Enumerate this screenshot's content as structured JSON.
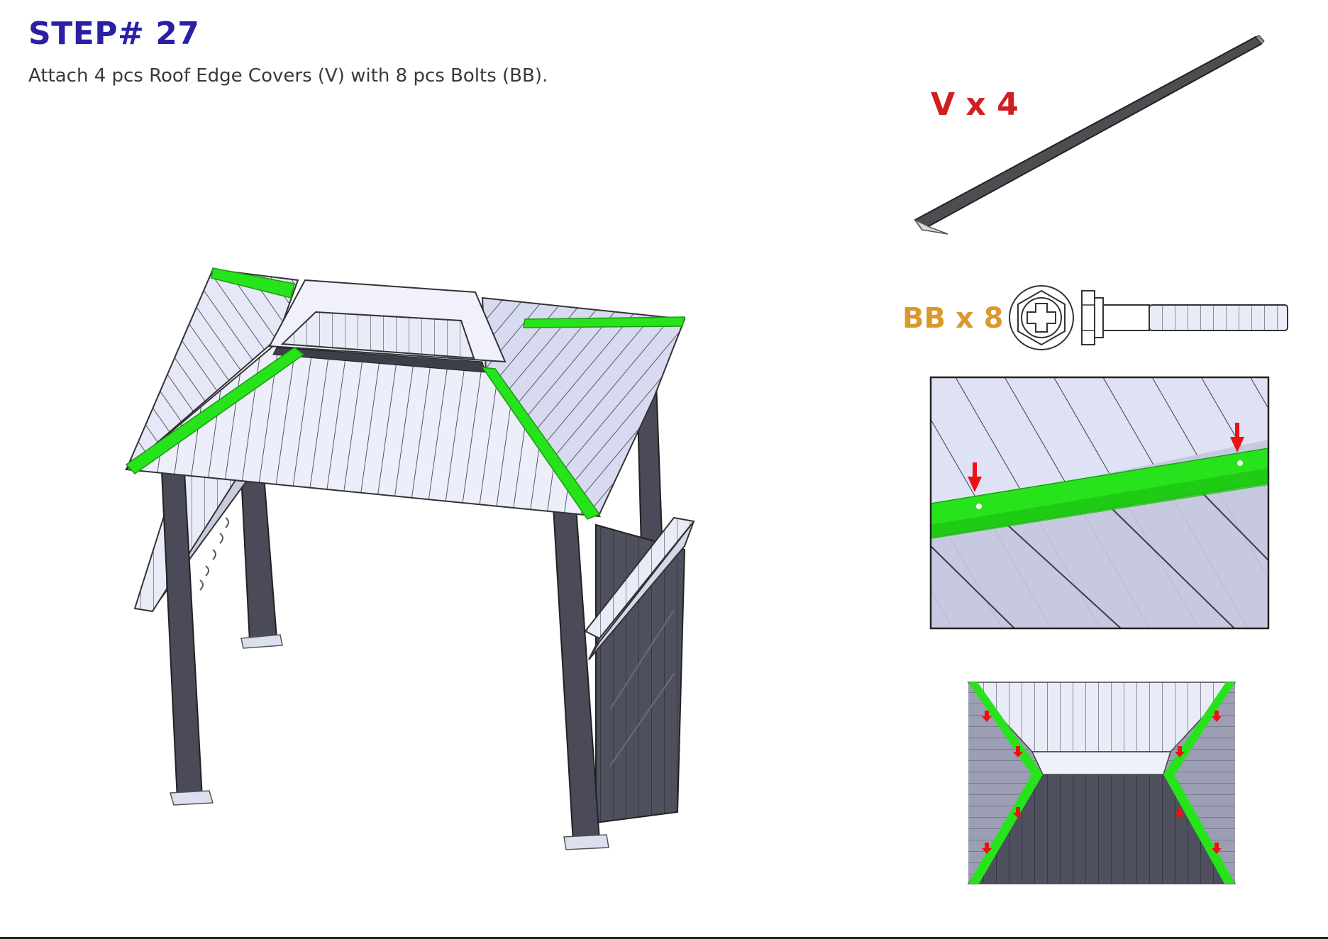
{
  "step": {
    "title": "STEP# 27"
  },
  "instruction": "Attach 4 pcs Roof Edge Covers (V) with 8 pcs Bolts (BB).",
  "parts": [
    {
      "name": "roof-edge-cover",
      "label": "V x 4",
      "color": "#d11f1f"
    },
    {
      "name": "bolt",
      "label": "BB x 8",
      "color": "#d99a2b"
    }
  ],
  "colors": {
    "highlight": "#27e31b",
    "roof": "#e4e6f8",
    "post": "#4a4a55",
    "arrow": "#ee1111"
  }
}
